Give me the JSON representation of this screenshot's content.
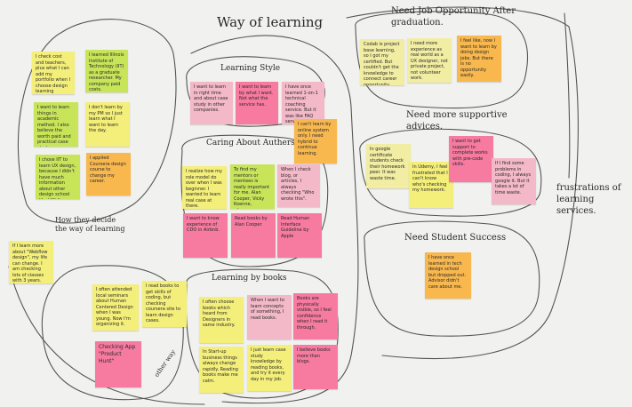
{
  "colors": {
    "yellow": "#f4ef7a",
    "green": "#c8e55a",
    "pink": "#f77aa0",
    "lightpink": "#f3b9c8",
    "orange": "#f8b84e",
    "cream": "#f1eda2",
    "board": "#f1f1ef",
    "ink": "#2a2a2a"
  },
  "headings": {
    "way_of_learning": "Way of learning",
    "learning_style": "Learning Style",
    "caring_about_others": "Caring About Authers",
    "learning_by_books": "Learning by books",
    "how_they_decide": "How they decide the way of learning",
    "other_way": "other way",
    "need_job": "Need Job Opportunity After graduation.",
    "need_supportive": "Need more supportive advices.",
    "need_student_success": "Need Student Success",
    "frustrations": "frustrations of learning services."
  },
  "notes": {
    "n1": "I check cost and teachers, plus what I can add my portfolio when I choose design learning services.",
    "n2": "I learned Illinois Institute of Technology (IIT) as a graduate researcher. My company paid costs.",
    "n3": "I want to learn things in academic method. I also believe the worth paid and practical case study.",
    "n4": "I don't learn by my PM so I just learn what I want to learn the day.",
    "n5": "I chose IIT to learn UX design, because I didn't have much information about other design school like UCLA.",
    "n6": "I applied Coursera design course to change my career.",
    "n7": "I want to learn in right time and about case study in other companies.",
    "n8": "I want to learn by what I want. Not what the service has.",
    "n9": "I have once learned 1-on-1 technical coaching service. But it was like FAQ service.",
    "n10": "I can't learn by online system only. I need hybrid to continue learning.",
    "n11": "I realize how my role model do over when I was beginner. I wanted to learn real case at there.",
    "n12": "To find my mentors or mentees is really important for me. Alan Cooper, Vicky Koenne, whoever.",
    "n13": "When I check blog, or articles, I always checking \"Who wrote this\".",
    "n14": "I want to know experience of CDO in Airbnb.",
    "n15": "Read books by Alan Cooper",
    "n16": "Read Human Interface Guideline by Apple",
    "n17": "I often attended local seminars about Human Centered Design when I was young. Now I'm organizing it.",
    "n18": "I read books to get skills of coding, but checking coursera site to learn design cases.",
    "n19": "Checking App \"Product Hunt\"",
    "n20": "I often choose books which heard from Designers in same industry.",
    "n21": "When I want to learn concepts of something, I read books.",
    "n22": "Books are physically visible, so I feel confidence when I read it through.",
    "n23": "In Start-up business things always change rapidly. Reading books make me calm.",
    "n24": "I just learn case study knowledge by reading books, and try it every day in my job.",
    "n25": "I believe books more than blogs.",
    "n26": "If I learn more about \"Webflow design\", my life can change. I am checking lots of classes with 3 years.",
    "n27": "Codab is project base learning, so I got my certified. But couldn't get the knowledge to connect career opportunity.",
    "n28": "I need more experience as real world as a UX designer, not private project, not volunteer work.",
    "n29": "I feel like, now I want to learn by doing design jobs. But there is no opportunity easily.",
    "n30": "In google certificate students check their homework peer. It was waste time.",
    "n31": "In Udemy, I feel frustrated that I can't know who's checking my homework.",
    "n32": "I want to get support to complete works with pre-code skills.",
    "n33": "If I find some problems in coding, I always google it. But it takes a lot of time waste.",
    "n34": "I have once learned in tech design school but dropped out. Advisor didn't care about me."
  }
}
